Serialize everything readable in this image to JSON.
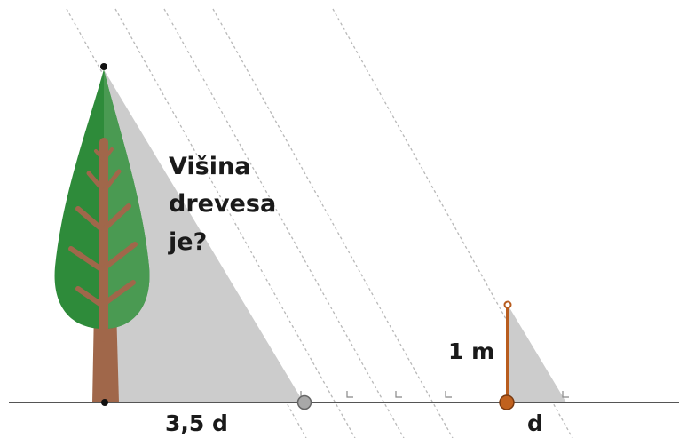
{
  "question": {
    "line1": "Višina",
    "line2": "drevesa",
    "line3": "je?"
  },
  "stick_label": "1 m",
  "tree_shadow_label": "3,5 d",
  "stick_shadow_label": "d",
  "colors": {
    "shadow": "#cccccc",
    "ground": "#555555",
    "sun_ray": "#b8b8b8",
    "foliage_dark": "#2e8b3a",
    "foliage_light": "#4a9a52",
    "trunk": "#a0674a",
    "stick": "#b85c1e",
    "stick_base": "#c0611e",
    "marker": "#9a9a9a"
  }
}
